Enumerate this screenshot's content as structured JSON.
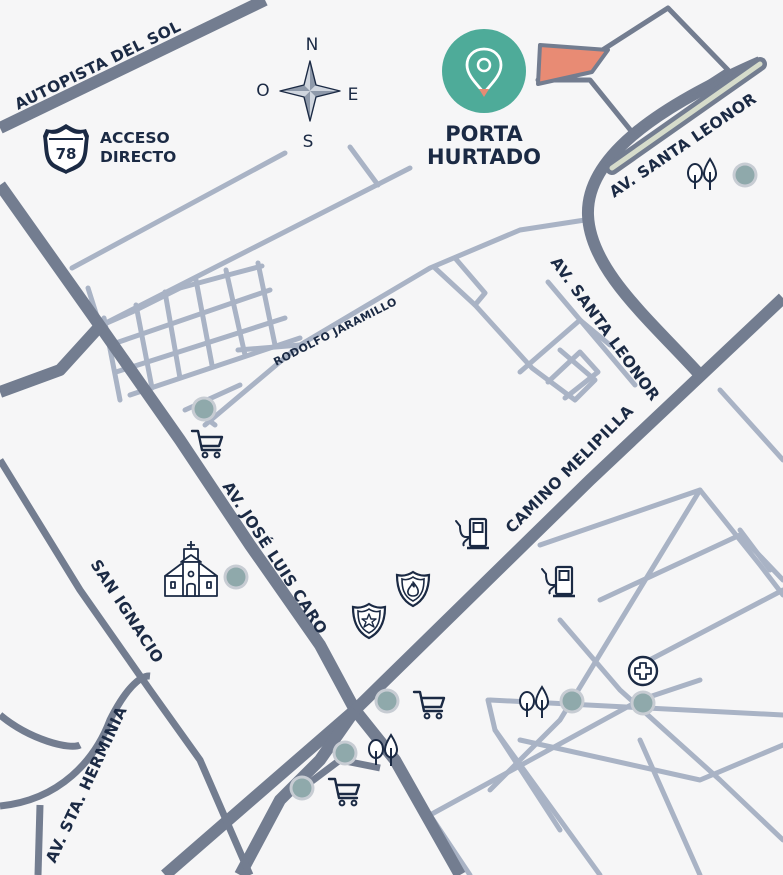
{
  "colors": {
    "background": "#f6f6f7",
    "major_road": "#737d90",
    "minor_road": "#a9b3c5",
    "poi_dot": "#8fa9ab",
    "dot_ring": "#c7ccd3",
    "icon_stroke": "#1b2a44",
    "pin": "#4eab99",
    "parcel": "#e88b74",
    "label": "#1b2a44"
  },
  "compass": {
    "n": "N",
    "s": "S",
    "e": "E",
    "w": "O"
  },
  "highway": {
    "number": "78",
    "line1": "ACCESO",
    "line2": "DIRECTO"
  },
  "place": {
    "line1": "PORTA",
    "line2": "HURTADO"
  },
  "roads": {
    "autopista": "AUTOPISTA DEL SOL",
    "santa_leonor_1": "AV. SANTA LEONOR",
    "santa_leonor_2": "AV. SANTA LEONOR",
    "rodolfo": "RODOLFO JARAMILLO",
    "melipilla": "CAMINO MELIPILLA",
    "jose_luis_caro": "AV. JOSÉ LUIS CARO",
    "san_ignacio": "SAN IGNACIO",
    "herminia": "AV. STA. HERMINIA"
  },
  "icons": {
    "cart": "shopping-cart-icon",
    "church": "church-icon",
    "gas": "gas-station-icon",
    "fire": "fire-station-icon",
    "police": "police-badge-icon",
    "trees": "trees-icon",
    "hospital": "hospital-cross-icon",
    "pin": "location-pin-icon"
  }
}
